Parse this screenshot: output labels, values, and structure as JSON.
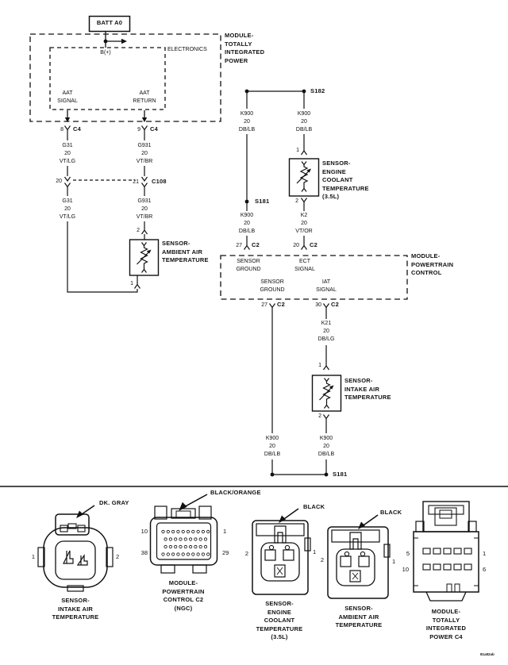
{
  "figure_code": "81a82ab",
  "colors": {
    "ink": "#111111",
    "paper": "#ffffff"
  },
  "tipm": {
    "batt": "BATT A0",
    "bplus": "B(+)",
    "electronics": "ELECTRONICS",
    "label": "MODULE-\nTOTALLY\nINTEGRATED\nPOWER",
    "aat_signal": "AAT\nSIGNAL",
    "aat_return": "AAT\nRETURN"
  },
  "left": {
    "pin8": "8",
    "pin9": "9",
    "c4": "C4",
    "g31": "G31\n20\nVT/LG",
    "g931": "G931\n20\nVT/BR",
    "pin20": "20",
    "pin21": "21",
    "c108": "C108",
    "pin2": "2",
    "pin1": "1",
    "sensor_label": "SENSOR-\nAMBIENT AIR\nTEMPERATURE"
  },
  "mid": {
    "s182": "S182",
    "s181": "S181",
    "k900": "K900\n20\nDB/LB",
    "k2": "K2\n20\nVT/OR",
    "pin1": "1",
    "pin2": "2",
    "pin27": "27",
    "pin20": "20",
    "c2": "C2",
    "ect_label": "SENSOR-\nENGINE\nCOOLANT\nTEMPERATURE\n(3.5L)"
  },
  "pcm": {
    "label": "MODULE-\nPOWERTRAIN\nCONTROL",
    "sensor_ground": "SENSOR\nGROUND",
    "ect_signal": "ECT\nSIGNAL",
    "iat_signal": "IAT\nSIGNAL",
    "pin27": "27",
    "pin30": "30",
    "c2": "C2"
  },
  "iat": {
    "k21": "K21\n20\nDB/LG",
    "pin1": "1",
    "pin2": "2",
    "label": "SENSOR-\nINTAKE AIR\nTEMPERATURE"
  },
  "conn": {
    "iat": {
      "color": "DK. GRAY",
      "pin_left": "1",
      "pin_right": "2",
      "name": "SENSOR-\nINTAKE AIR\nTEMPERATURE"
    },
    "pcm": {
      "color": "BLACK/ORANGE",
      "tl": "10",
      "tr": "1",
      "bl": "38",
      "br": "29",
      "name": "MODULE-\nPOWERTRAIN\nCONTROL C2\n(NGC)"
    },
    "ect": {
      "color": "BLACK",
      "pin_left": "2",
      "pin_right": "1",
      "name": "SENSOR-\nENGINE\nCOOLANT\nTEMPERATURE\n(3.5L)"
    },
    "aat": {
      "color": "BLACK",
      "pin_left": "2",
      "pin_right": "1",
      "name": "SENSOR-\nAMBIENT AIR\nTEMPERATURE"
    },
    "tipm_c4": {
      "tl": "5",
      "bl": "10",
      "tr": "1",
      "br": "6",
      "name": "MODULE-\nTOTALLY\nINTEGRATED\nPOWER C4"
    }
  }
}
